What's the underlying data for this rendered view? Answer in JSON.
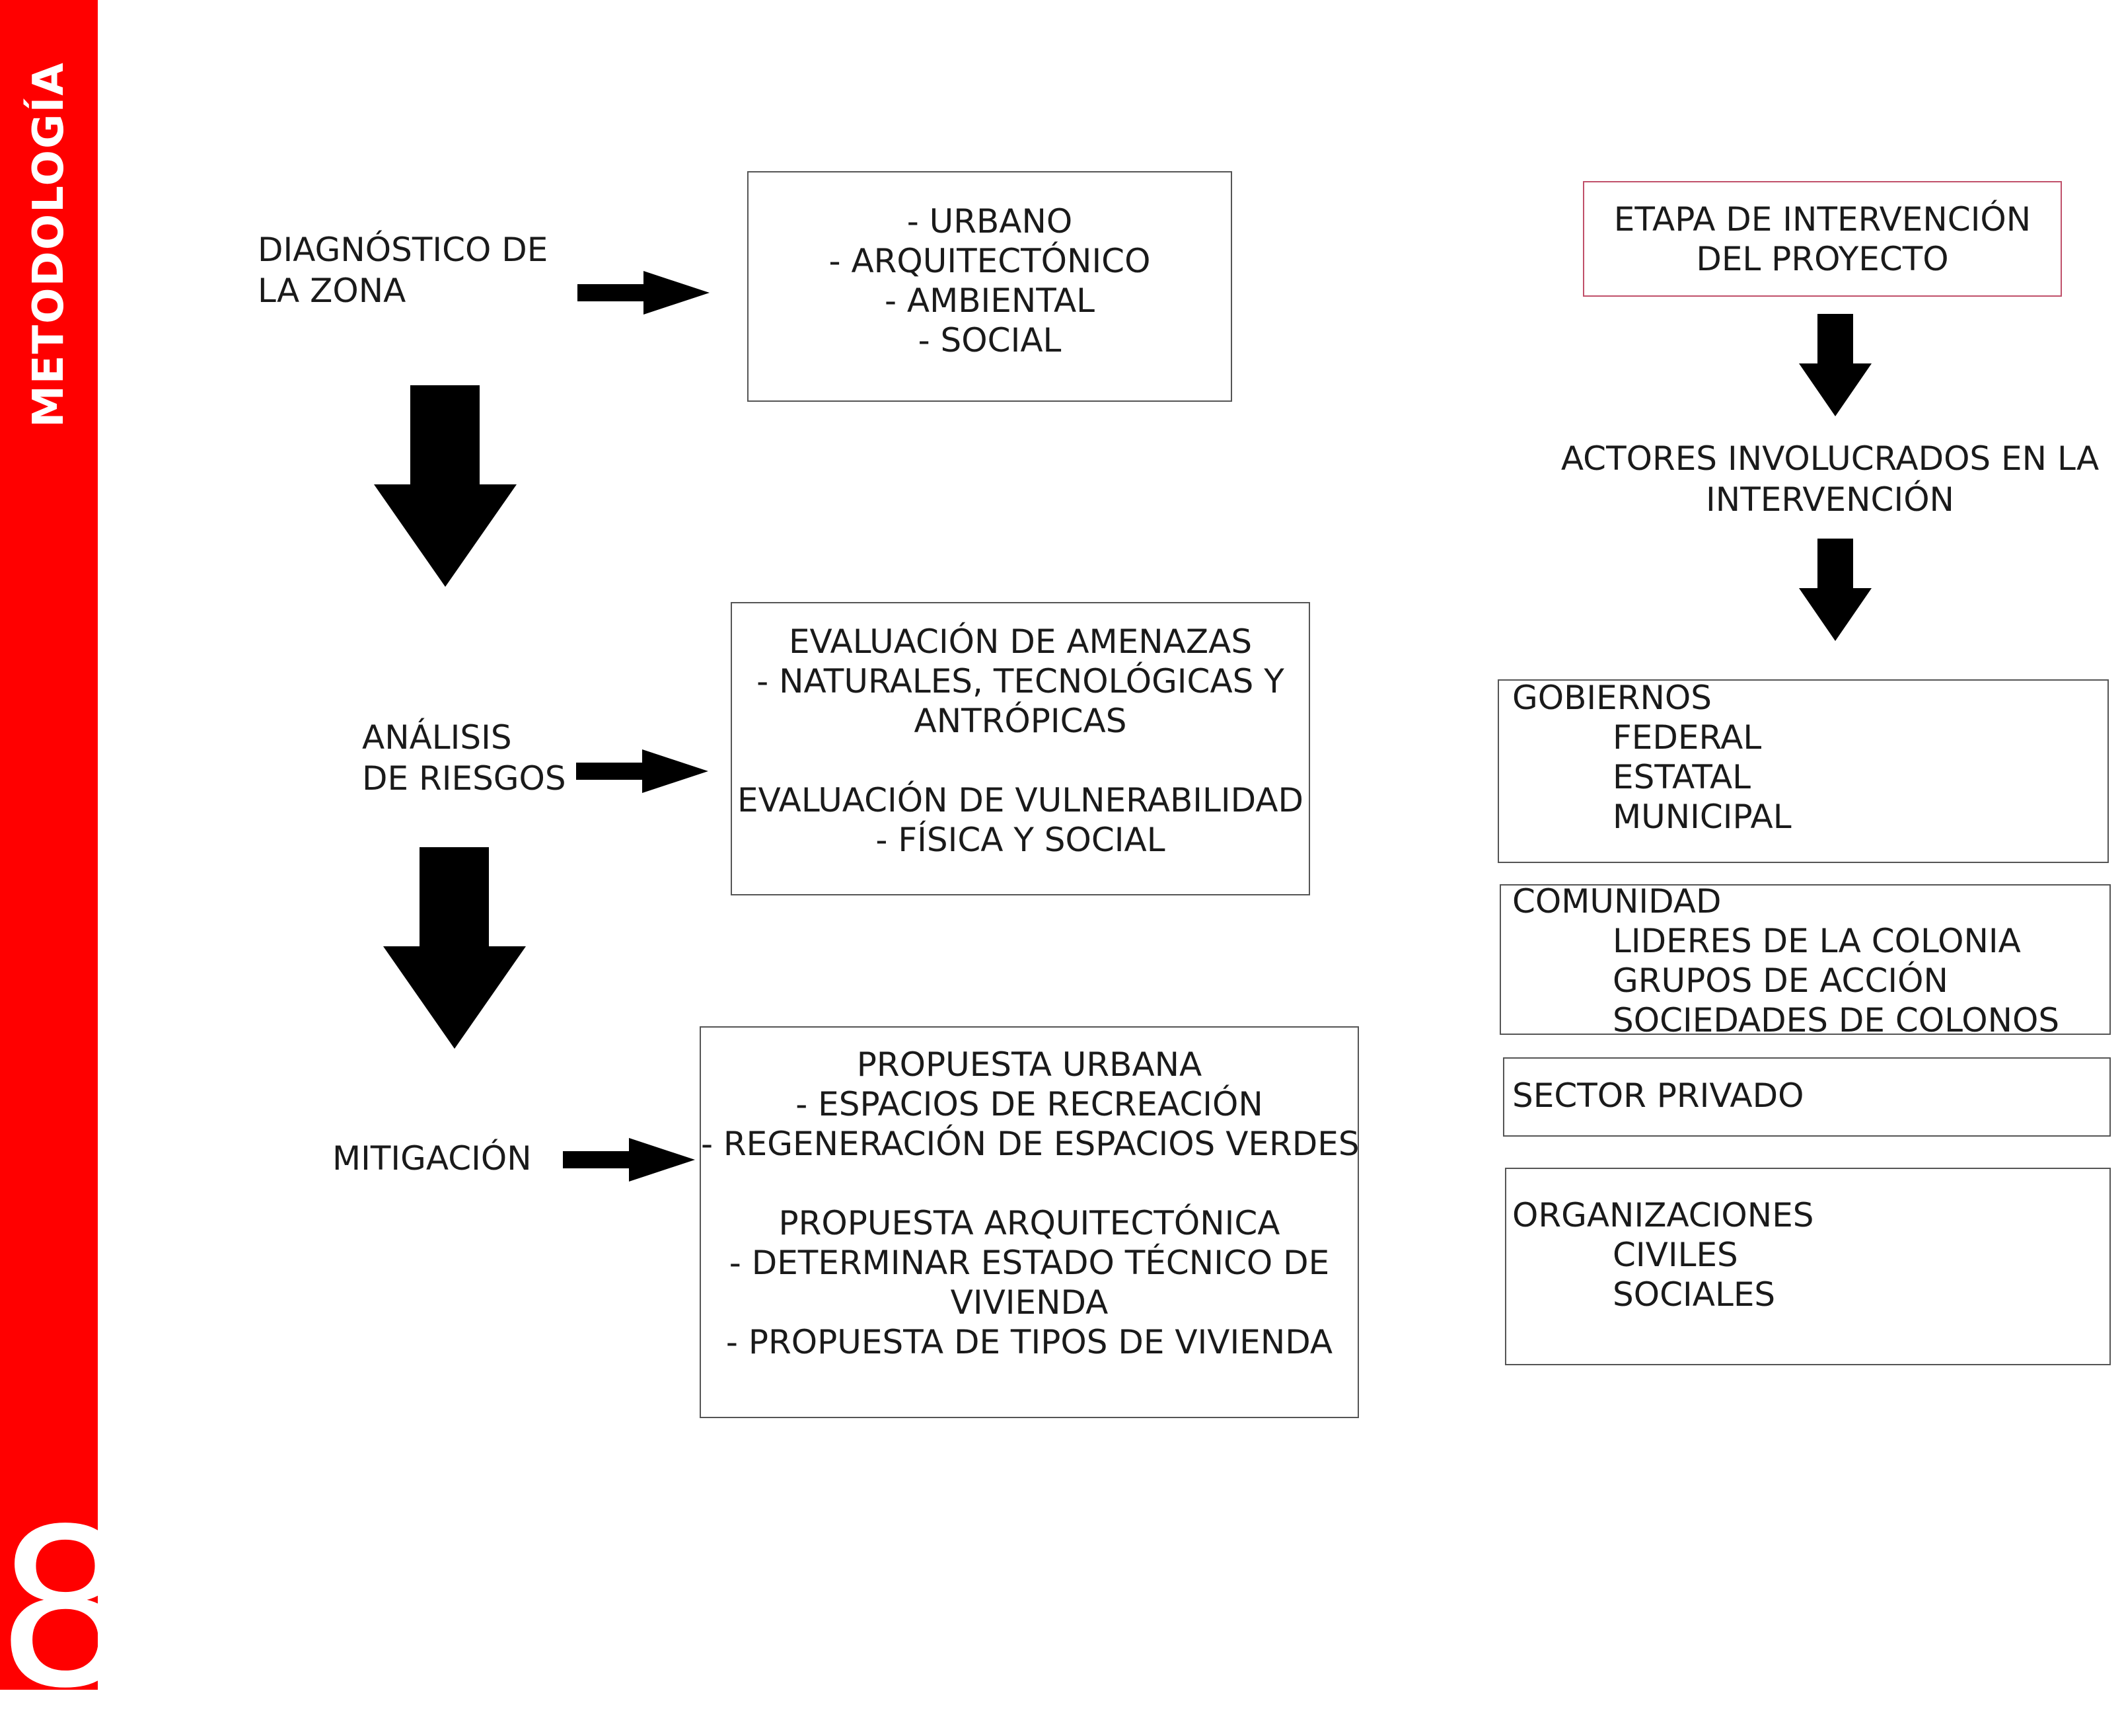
{
  "sidebar": {
    "title": "METODOLOGÍA",
    "page_number": "8",
    "color": "#ff0000"
  },
  "flow": {
    "steps": [
      {
        "label": "DIAGNÓSTICO DE\nLA ZONA",
        "detail": "- URBANO\n- ARQUITECTÓNICO\n- AMBIENTAL\n- SOCIAL"
      },
      {
        "label": "ANÁLISIS\nDE RIESGOS",
        "detail": "EVALUACIÓN DE AMENAZAS\n- NATURALES, TECNOLÓGICAS Y\nANTRÓPICAS\n\nEVALUACIÓN DE VULNERABILIDAD\n- FÍSICA Y SOCIAL"
      },
      {
        "label": "MITIGACIÓN",
        "detail": "PROPUESTA URBANA\n- ESPACIOS DE RECREACIÓN\n- REGENERACIÓN DE ESPACIOS VERDES\n\nPROPUESTA ARQUITECTÓNICA\n- DETERMINAR ESTADO TÉCNICO DE\nVIVIENDA\n- PROPUESTA DE TIPOS DE VIVIENDA"
      }
    ]
  },
  "intervention": {
    "stage": "ETAPA DE INTERVENCIÓN\nDEL PROYECTO",
    "actors_title": "ACTORES INVOLUCRADOS EN LA\nINTERVENCIÓN",
    "groups": [
      {
        "heading": "GOBIERNOS",
        "items": [
          "FEDERAL",
          "ESTATAL",
          "MUNICIPAL"
        ]
      },
      {
        "heading": "COMUNIDAD",
        "items": [
          "LIDERES DE LA COLONIA",
          "GRUPOS DE ACCIÓN",
          "SOCIEDADES DE COLONOS"
        ]
      },
      {
        "heading": "SECTOR PRIVADO",
        "items": []
      },
      {
        "heading": "ORGANIZACIONES",
        "items": [
          "CIVILES",
          "SOCIALES"
        ]
      }
    ]
  },
  "colors": {
    "accent": "#ff0000",
    "box_border": "#555555",
    "stage_border": "#c0506a",
    "arrow": "#000000"
  }
}
